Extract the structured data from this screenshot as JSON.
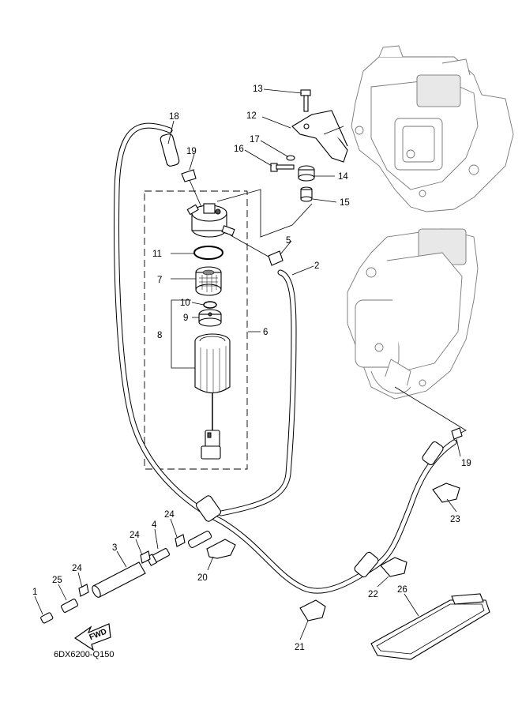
{
  "diagram": {
    "code": "6DX6200-Q150",
    "fwd_label": "FWD",
    "callouts": [
      "1",
      "2",
      "3",
      "4",
      "5",
      "6",
      "7",
      "8",
      "9",
      "10",
      "11",
      "12",
      "13",
      "14",
      "15",
      "16",
      "17",
      "18",
      "19",
      "19",
      "20",
      "21",
      "22",
      "23",
      "24",
      "24",
      "24",
      "25",
      "26"
    ]
  }
}
